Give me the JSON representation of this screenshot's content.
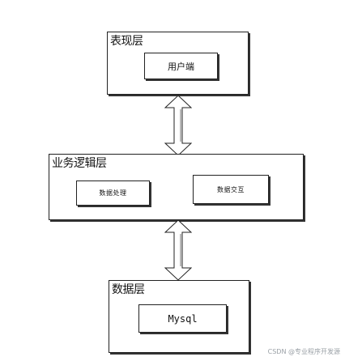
{
  "diagram": {
    "presentation_layer": {
      "title": "表现层",
      "components": [
        "用户端"
      ]
    },
    "business_layer": {
      "title": "业务逻辑层",
      "components": [
        "数据处理",
        "数据交互"
      ]
    },
    "data_layer": {
      "title": "数据层",
      "components": [
        "Mysql"
      ]
    },
    "connectors": [
      "bidirectional-arrow",
      "bidirectional-arrow"
    ]
  },
  "watermark": "CSDN @专业程序开发源"
}
